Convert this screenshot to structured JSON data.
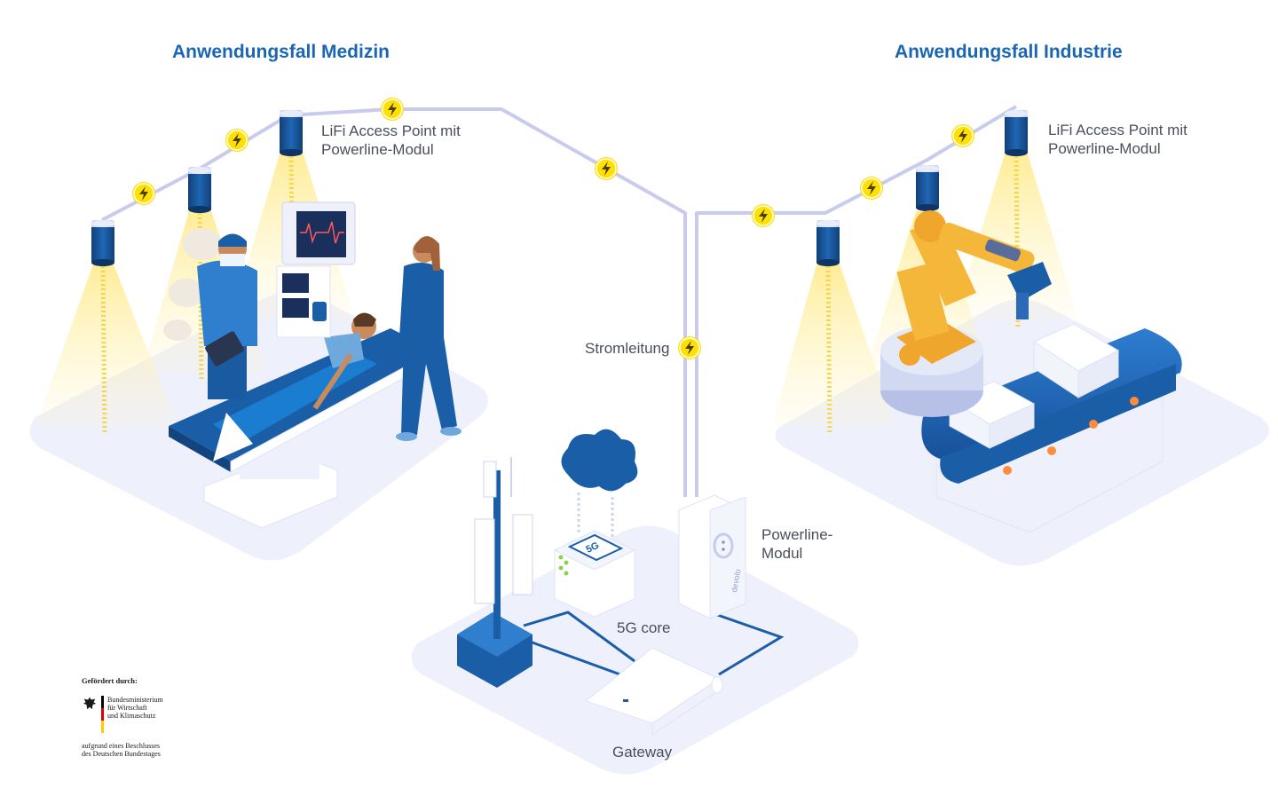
{
  "titles": {
    "medical": "Anwendungsfall Medizin",
    "industry": "Anwendungsfall Industrie"
  },
  "labels": {
    "lifi_medical": "LiFi Access Point mit\nPowerline-Modul",
    "lifi_industry": "LiFi Access Point mit\nPowerline-Modul",
    "power_line": "Stromleitung",
    "powerline_module": "Powerline-\nModul",
    "core_5g": "5G core",
    "gateway": "Gateway",
    "chip_5g": "5G",
    "plug_brand": "devolo"
  },
  "funding": {
    "supported_by": "Gefördert durch:",
    "ministry": "Bundesministerium\nfür Wirtschaft\nund Klimaschutz",
    "basis": "aufgrund eines Beschlusses\ndes Deutschen Bundestages"
  },
  "colors": {
    "title_blue": "#1a66b3",
    "device_blue": "#1b5ea8",
    "cable": "#c9cbee",
    "bolt": "#ffe000",
    "robot_yellow": "#f5b73a",
    "light_cone": "#fff3b0",
    "platform": "#eef0fc"
  },
  "icons": [
    "lightning-icon",
    "cloud-icon",
    "federal-eagle-icon"
  ]
}
